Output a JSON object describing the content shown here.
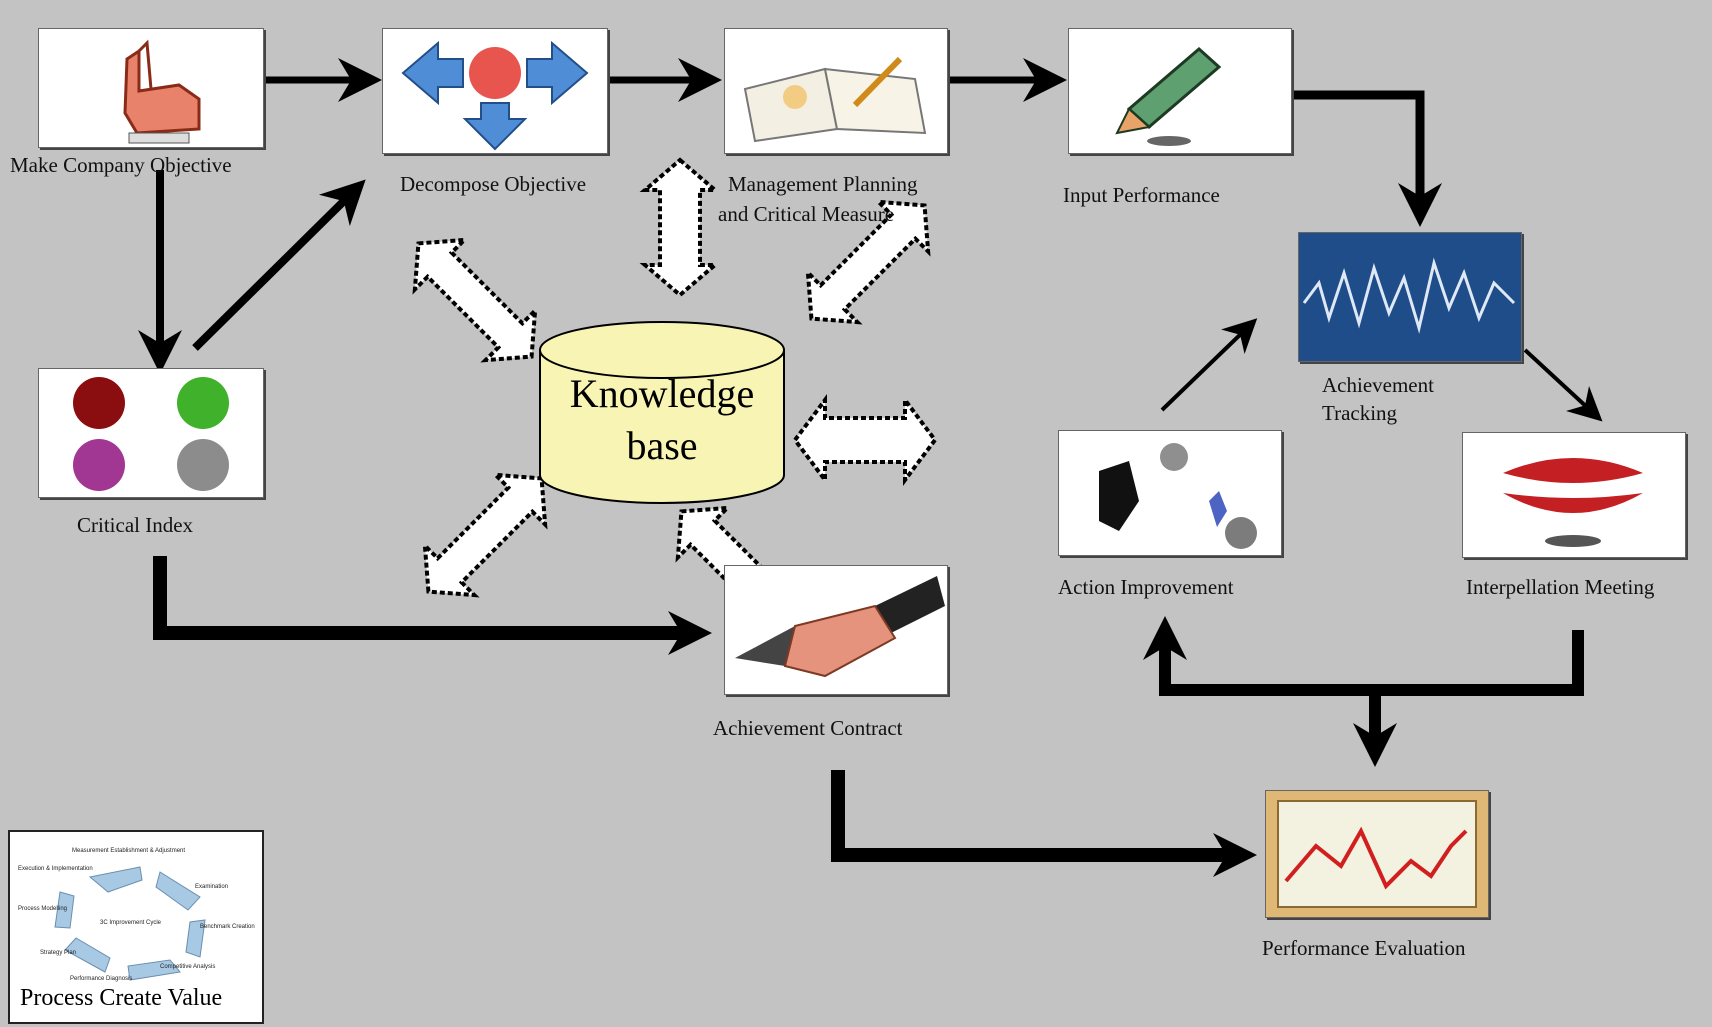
{
  "nodes": {
    "make_company_objective": "Make Company Objective",
    "decompose_objective": "Decompose Objective",
    "management_planning_1": "Management Planning",
    "management_planning_2": "and Critical Measure",
    "input_performance": "Input Performance",
    "critical_index": "Critical Index",
    "knowledge_base_1": "Knowledge",
    "knowledge_base_2": "base",
    "achievement_contract": "Achievement Contract",
    "achievement_tracking_1": "Achievement",
    "achievement_tracking_2": "Tracking",
    "action_improvement": "Action Improvement",
    "interpellation_meeting": "Interpellation Meeting",
    "performance_evaluation": "Performance Evaluation",
    "process_create_value": "Process Create Value"
  },
  "cycle_labels": [
    "Measurement Establishment & Adjustment",
    "Execution & Implementation",
    "Examination",
    "Process Modelling",
    "Benchmark Creation",
    "Strategy Plan",
    "Competitive Analysis",
    "Performance Diagnosis",
    "3C Improvement Cycle"
  ],
  "colors": {
    "background": "#c3c3c3",
    "knowledge_base_fill": "#f7f4b4",
    "flow_arrow": "#000000",
    "exchange_arrow_fill": "#ffffff"
  }
}
